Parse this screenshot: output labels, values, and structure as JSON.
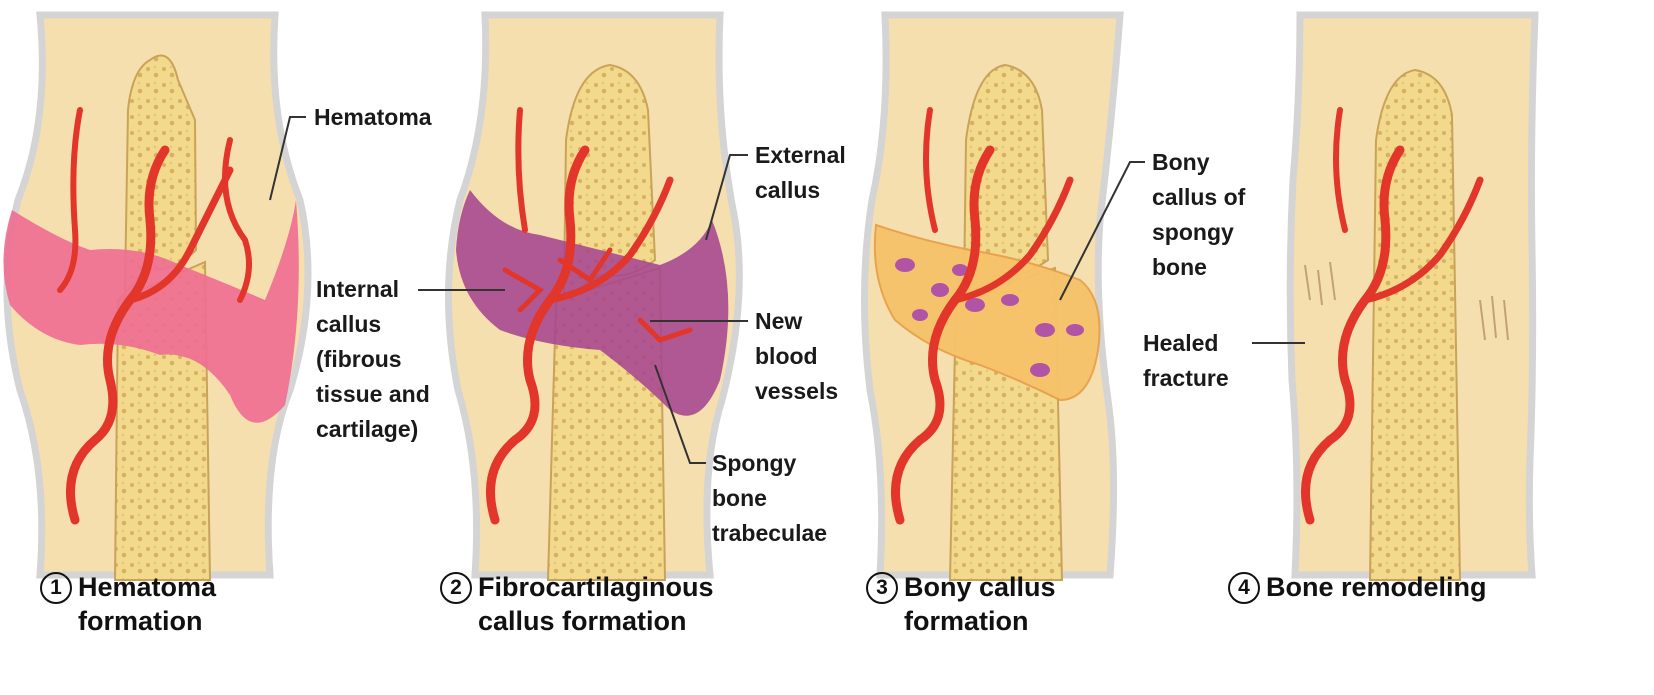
{
  "labels": {
    "hematoma": "Hematoma",
    "internal_callus": "Internal\ncallus\n(fibrous\ntissue and\ncartilage)",
    "external_callus": "External\ncallus",
    "new_blood_vessels": "New\nblood\nvessels",
    "spongy_trabeculae": "Spongy\nbone\ntrabeculae",
    "bony_callus": "Bony\ncallus of\nspongy\nbone",
    "healed_fracture": "Healed\nfracture"
  },
  "stages": [
    {
      "number": "1",
      "title": "Hematoma\nformation"
    },
    {
      "number": "2",
      "title": "Fibrocartilaginous\ncallus formation"
    },
    {
      "number": "3",
      "title": "Bony callus\nformation"
    },
    {
      "number": "4",
      "title": "Bone remodeling"
    }
  ],
  "colors": {
    "skin": "#f6dfae",
    "skin_edge": "#d9d9d9",
    "bone": "#f2d98c",
    "bone_dark": "#d7b160",
    "hematoma": "#ef6f93",
    "fibro_callus": "#a6468f",
    "bony_callus": "#f7c26a",
    "vessel": "#e2362a",
    "cartilage_spot": "#b154a6"
  }
}
